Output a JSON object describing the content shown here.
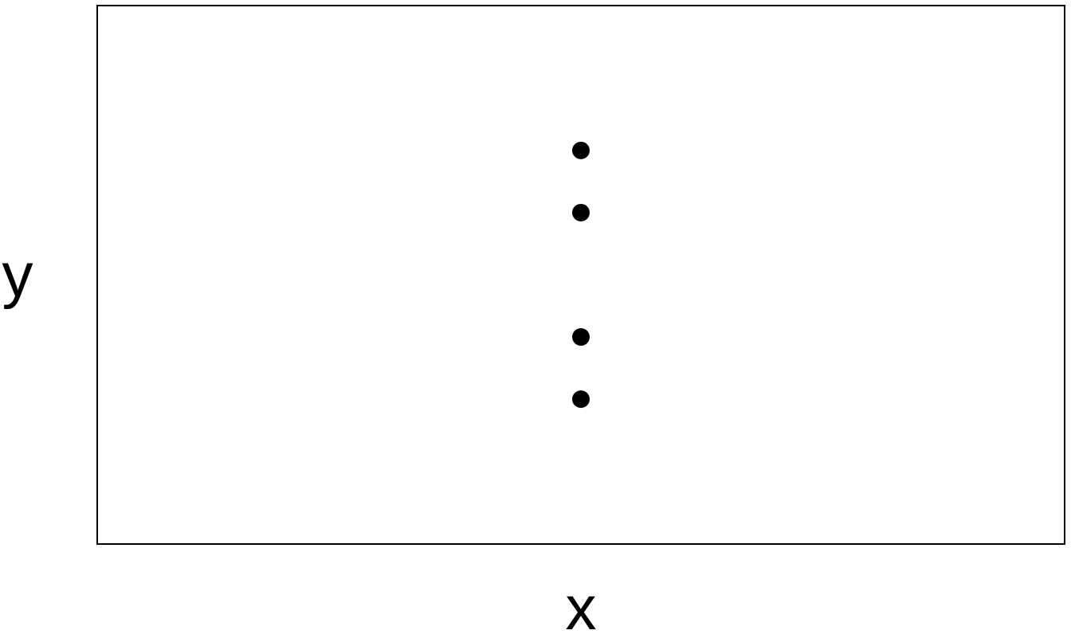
{
  "chart_data": {
    "type": "scatter",
    "title": "",
    "xlabel": "x",
    "ylabel": "y",
    "grid": false,
    "axes_ticks": false,
    "points": [
      {
        "x": 0,
        "y": 4
      },
      {
        "x": 0,
        "y": 3
      },
      {
        "x": 0,
        "y": 1
      },
      {
        "x": 0,
        "y": 0
      }
    ],
    "xlim": [
      -1,
      1
    ],
    "ylim": [
      -2.33,
      6.33
    ],
    "point_color": "#000000"
  }
}
